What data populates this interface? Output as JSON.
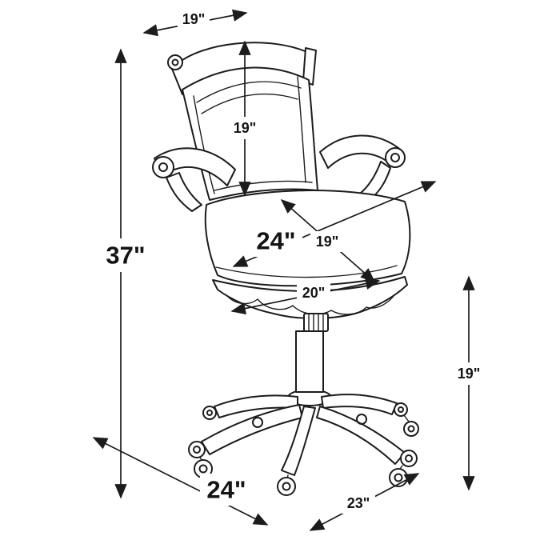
{
  "diagram": {
    "subject": "swivel-game-chair-dimension-drawing"
  },
  "colors": {
    "line": "#1c1c1c",
    "background": "#ffffff"
  },
  "dims": {
    "top_width": "19\"",
    "back_height": "19\"",
    "overall_height": "37\"",
    "seat_diagonal": "24\"",
    "seat_depth": "19\"",
    "seat_width": "20\"",
    "seat_to_floor": "19\"",
    "base_width": "24\"",
    "base_depth": "23\""
  }
}
